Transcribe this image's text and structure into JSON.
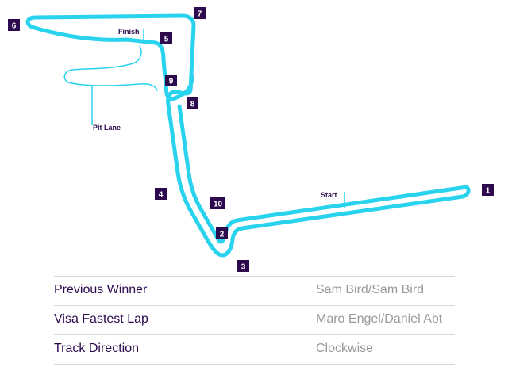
{
  "track": {
    "color": "#29d3ee",
    "marker_color": "#2d0a4e",
    "turns": [
      "1",
      "2",
      "3",
      "4",
      "5",
      "6",
      "7",
      "8",
      "9",
      "10"
    ],
    "labels": {
      "start": "Start",
      "finish": "Finish",
      "pit_lane": "Pit Lane"
    }
  },
  "info": {
    "rows": [
      {
        "label": "Previous Winner",
        "value": "Sam Bird/Sam Bird"
      },
      {
        "label": "Visa Fastest Lap",
        "value": "Maro Engel/Daniel Abt"
      },
      {
        "label": "Track Direction",
        "value": "Clockwise"
      }
    ]
  }
}
